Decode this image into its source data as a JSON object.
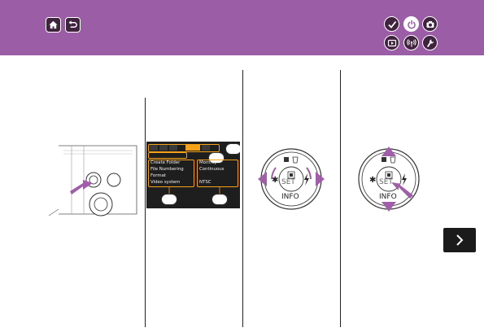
{
  "header": {
    "nav_buttons": [
      {
        "icon": "home-icon"
      },
      {
        "icon": "back-icon"
      }
    ],
    "category_buttons_row1": [
      {
        "icon": "checkmark-icon",
        "active": false
      },
      {
        "icon": "power-icon",
        "active": true
      },
      {
        "icon": "camera-icon",
        "active": false
      }
    ],
    "category_buttons_row2": [
      {
        "icon": "playback-icon",
        "active": false
      },
      {
        "icon": "wireless-icon",
        "active": false
      },
      {
        "icon": "wrench-icon",
        "active": false
      }
    ],
    "background_color": "#9b5da6",
    "accent_color": "#40233f"
  },
  "menu_screen": {
    "left_items": [
      "Create Folder",
      "File Numbering",
      "Format",
      "Video system"
    ],
    "right_items": [
      "Monthly",
      "Continuous",
      "",
      "NTSC"
    ]
  },
  "dial_left": {
    "center_label": "SET",
    "bottom_label": "INFO"
  },
  "dial_right": {
    "center_label": "SET",
    "bottom_label": "INFO"
  },
  "next_button": {
    "icon": "chevron-right-icon"
  }
}
